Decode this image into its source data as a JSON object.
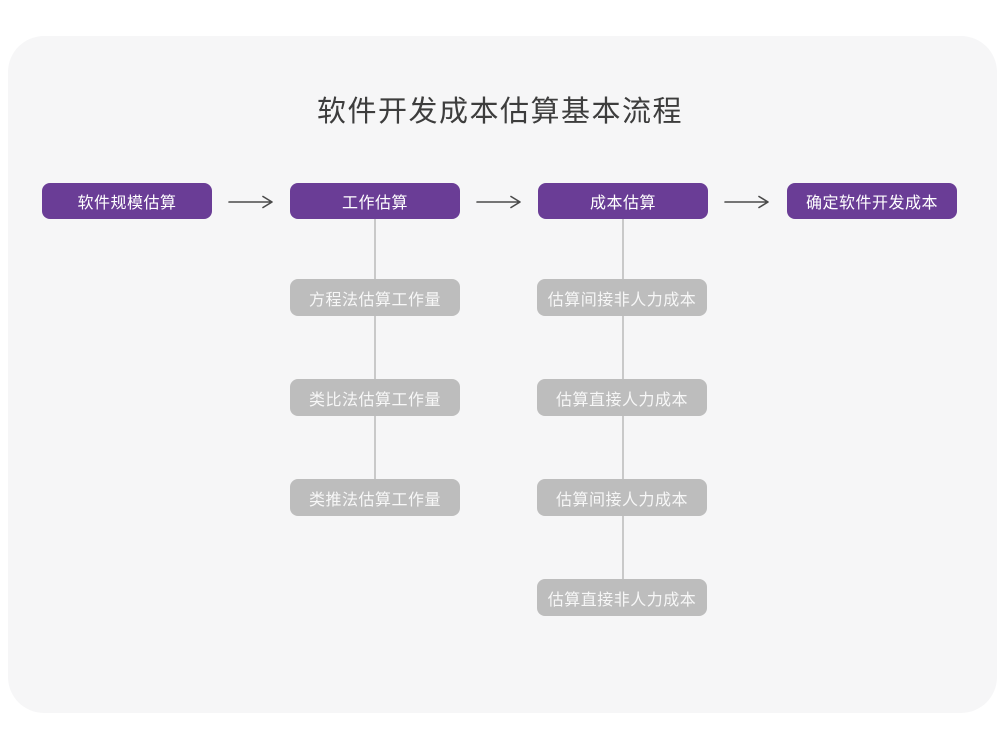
{
  "title": "软件开发成本估算基本流程",
  "colors": {
    "canvas_background": "#FFFFFF",
    "card_background": "#F6F6F7",
    "primary_node_purple": "#6A3D96",
    "sub_node_gray": "#BDBDBD",
    "node_text_white": "#FFFFFF",
    "arrow_stroke": "#4A4A4A",
    "connector_line": "#C9C9C9",
    "title_text": "#3D3D3D"
  },
  "main_flow": [
    {
      "label": "软件规模估算"
    },
    {
      "label": "工作估算"
    },
    {
      "label": "成本估算"
    },
    {
      "label": "确定软件开发成本"
    }
  ],
  "sub_flows": [
    {
      "parent": "工作估算",
      "items": [
        "方程法估算工作量",
        "类比法估算工作量",
        "类推法估算工作量"
      ]
    },
    {
      "parent": "成本估算",
      "items": [
        "估算间接非人力成本",
        "估算直接人力成本",
        "估算间接人力成本",
        "估算直接非人力成本"
      ]
    }
  ]
}
